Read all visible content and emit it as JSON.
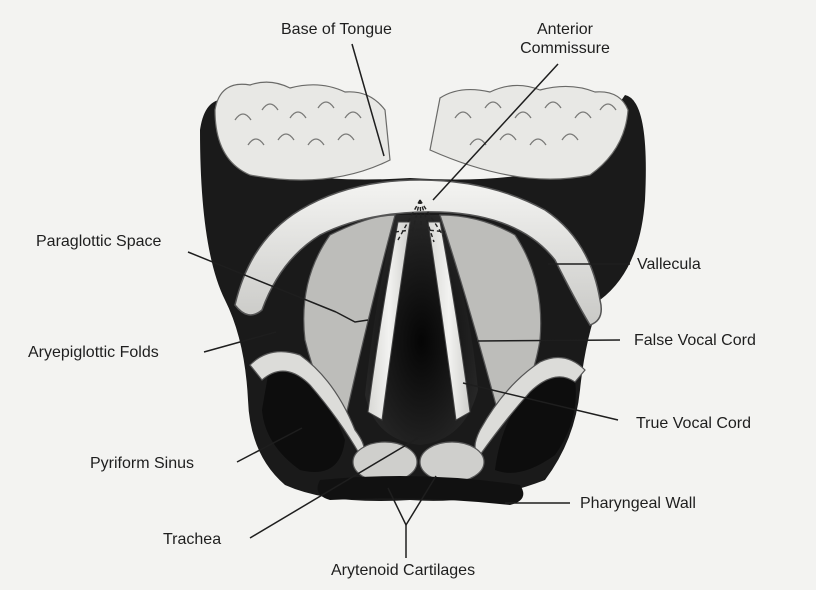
{
  "labels": {
    "base_of_tongue": "Base of Tongue",
    "anterior_commissure_line1": "Anterior",
    "anterior_commissure_line2": "Commissure",
    "paraglottic_space": "Paraglottic Space",
    "vallecula": "Vallecula",
    "aryepiglottic_folds": "Aryepiglottic Folds",
    "false_vocal_cord": "False Vocal Cord",
    "true_vocal_cord": "True Vocal Cord",
    "pyriform_sinus": "Pyriform Sinus",
    "pharyngeal_wall": "Pharyngeal Wall",
    "trachea": "Trachea",
    "arytenoid_cartilages": "Arytenoid Cartilages"
  }
}
